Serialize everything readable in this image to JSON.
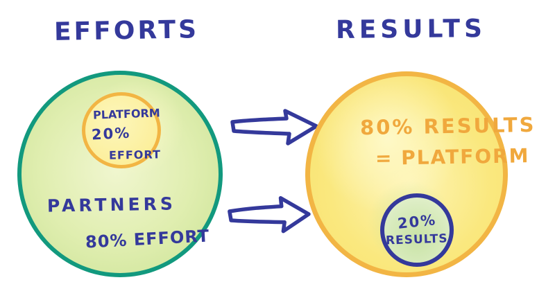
{
  "titles": {
    "efforts": "EFFORTS",
    "results": "RESULTS"
  },
  "efforts": {
    "platform_circle": {
      "line1": "PLATFORM",
      "line2": "20%",
      "line3": "EFFORT"
    },
    "partners_label": "PARTNERS",
    "partners_share": "80% EFFORT"
  },
  "results": {
    "heading_line1": "80% RESULTS",
    "heading_line2": "= PLATFORM",
    "small_circle": {
      "line1": "20%",
      "line2": "RESULTS"
    }
  },
  "icons": {
    "arrow_top": "arrow-right-icon",
    "arrow_bottom": "arrow-right-icon"
  },
  "colors": {
    "ink": "#34399b",
    "teal": "#12997e",
    "orange": "#f2b544",
    "orange_text": "#f0a83d",
    "green_fill": "#e0eeb0",
    "green_fill_light": "#f0f6cf",
    "green_fill_dark": "#cfe59b",
    "yellow_fill": "#fae87e",
    "yellow_fill_light": "#fdf4b4",
    "inner_yellow": "#fcf0a0",
    "inner_yellow_light": "#fdf6bb",
    "small_green": "#c9e3a6",
    "small_green_light": "#e7f2d4"
  }
}
